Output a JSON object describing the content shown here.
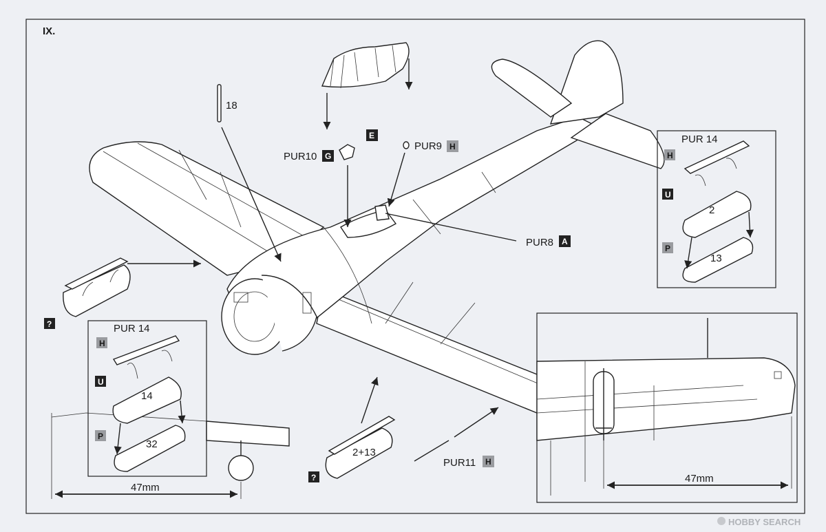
{
  "step": "IX.",
  "labels": {
    "part18": "18",
    "pur10": "PUR10",
    "pur10_code": "G",
    "part_e": "E",
    "pur9": "PUR9",
    "pur9_code": "H",
    "pur8": "PUR8",
    "pur8_code": "A",
    "pur11": "PUR11",
    "pur11_code": "H",
    "tank_center": "2+13",
    "question": "?",
    "question2": "?"
  },
  "inset_left": {
    "title": "PUR 14",
    "code_h": "H",
    "code_u": "U",
    "code_p": "P",
    "part_a": "14",
    "part_b": "32"
  },
  "inset_right": {
    "title": "PUR 14",
    "code_h": "H",
    "code_u": "U",
    "code_p": "P",
    "part_a": "2",
    "part_b": "13"
  },
  "dimensions": {
    "left": "47mm",
    "right": "47mm"
  },
  "watermark": "HOBBY SEARCH",
  "colors": {
    "background": "#eef0f4",
    "ink": "#222222",
    "badge_dark": "#222222",
    "badge_grey": "#9a9ca0"
  }
}
